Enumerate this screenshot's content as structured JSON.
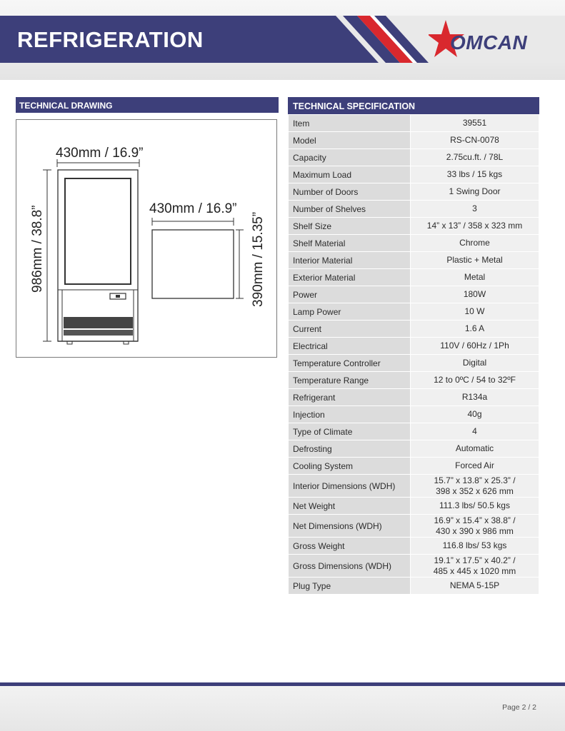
{
  "header": {
    "title": "REFRIGERATION",
    "brand": "OMCAN",
    "colors": {
      "navy": "#3d3f7a",
      "red": "#d9282e",
      "star": "#d9282e"
    }
  },
  "drawing": {
    "heading": "TECHNICAL DRAWING",
    "front_width_label": "430mm / 16.9”",
    "height_label": "986mm / 38.8”",
    "top_width_label": "430mm / 16.9”",
    "depth_label": "390mm / 15.35”"
  },
  "spec": {
    "heading": "TECHNICAL SPECIFICATION",
    "rows": [
      {
        "key": "Item",
        "value": "39551"
      },
      {
        "key": "Model",
        "value": "RS-CN-0078"
      },
      {
        "key": "Capacity",
        "value": "2.75cu.ft. / 78L"
      },
      {
        "key": "Maximum Load",
        "value": "33 lbs / 15 kgs"
      },
      {
        "key": "Number of Doors",
        "value": "1 Swing Door"
      },
      {
        "key": "Number of Shelves",
        "value": "3"
      },
      {
        "key": "Shelf Size",
        "value": "14” x 13” / 358 x 323 mm"
      },
      {
        "key": "Shelf Material",
        "value": "Chrome"
      },
      {
        "key": "Interior Material",
        "value": "Plastic + Metal"
      },
      {
        "key": "Exterior Material",
        "value": "Metal"
      },
      {
        "key": "Power",
        "value": "180W"
      },
      {
        "key": "Lamp Power",
        "value": "10 W"
      },
      {
        "key": "Current",
        "value": "1.6 A"
      },
      {
        "key": "Electrical",
        "value": "110V / 60Hz / 1Ph"
      },
      {
        "key": "Temperature Controller",
        "value": "Digital"
      },
      {
        "key": "Temperature Range",
        "value": "12 to 0ºC / 54 to 32ºF"
      },
      {
        "key": "Refrigerant",
        "value": "R134a"
      },
      {
        "key": "Injection",
        "value": "40g"
      },
      {
        "key": "Type of Climate",
        "value": "4"
      },
      {
        "key": "Defrosting",
        "value": "Automatic"
      },
      {
        "key": "Cooling System",
        "value": "Forced Air"
      },
      {
        "key": "Interior Dimensions (WDH)",
        "value": "15.7” x 13.8” x 25.3” /",
        "value2": "398 x 352 x 626 mm"
      },
      {
        "key": "Net Weight",
        "value": "111.3 lbs/ 50.5 kgs"
      },
      {
        "key": "Net Dimensions (WDH)",
        "value": "16.9” x 15.4” x 38.8” /",
        "value2": "430 x 390 x 986 mm"
      },
      {
        "key": "Gross Weight",
        "value": "116.8 lbs/ 53 kgs"
      },
      {
        "key": "Gross Dimensions (WDH)",
        "value": "19.1” x 17.5” x 40.2” /",
        "value2": "485 x 445 x 1020 mm"
      },
      {
        "key": "Plug Type",
        "value": "NEMA 5-15P"
      }
    ]
  },
  "footer": {
    "page": "Page 2 / 2"
  }
}
